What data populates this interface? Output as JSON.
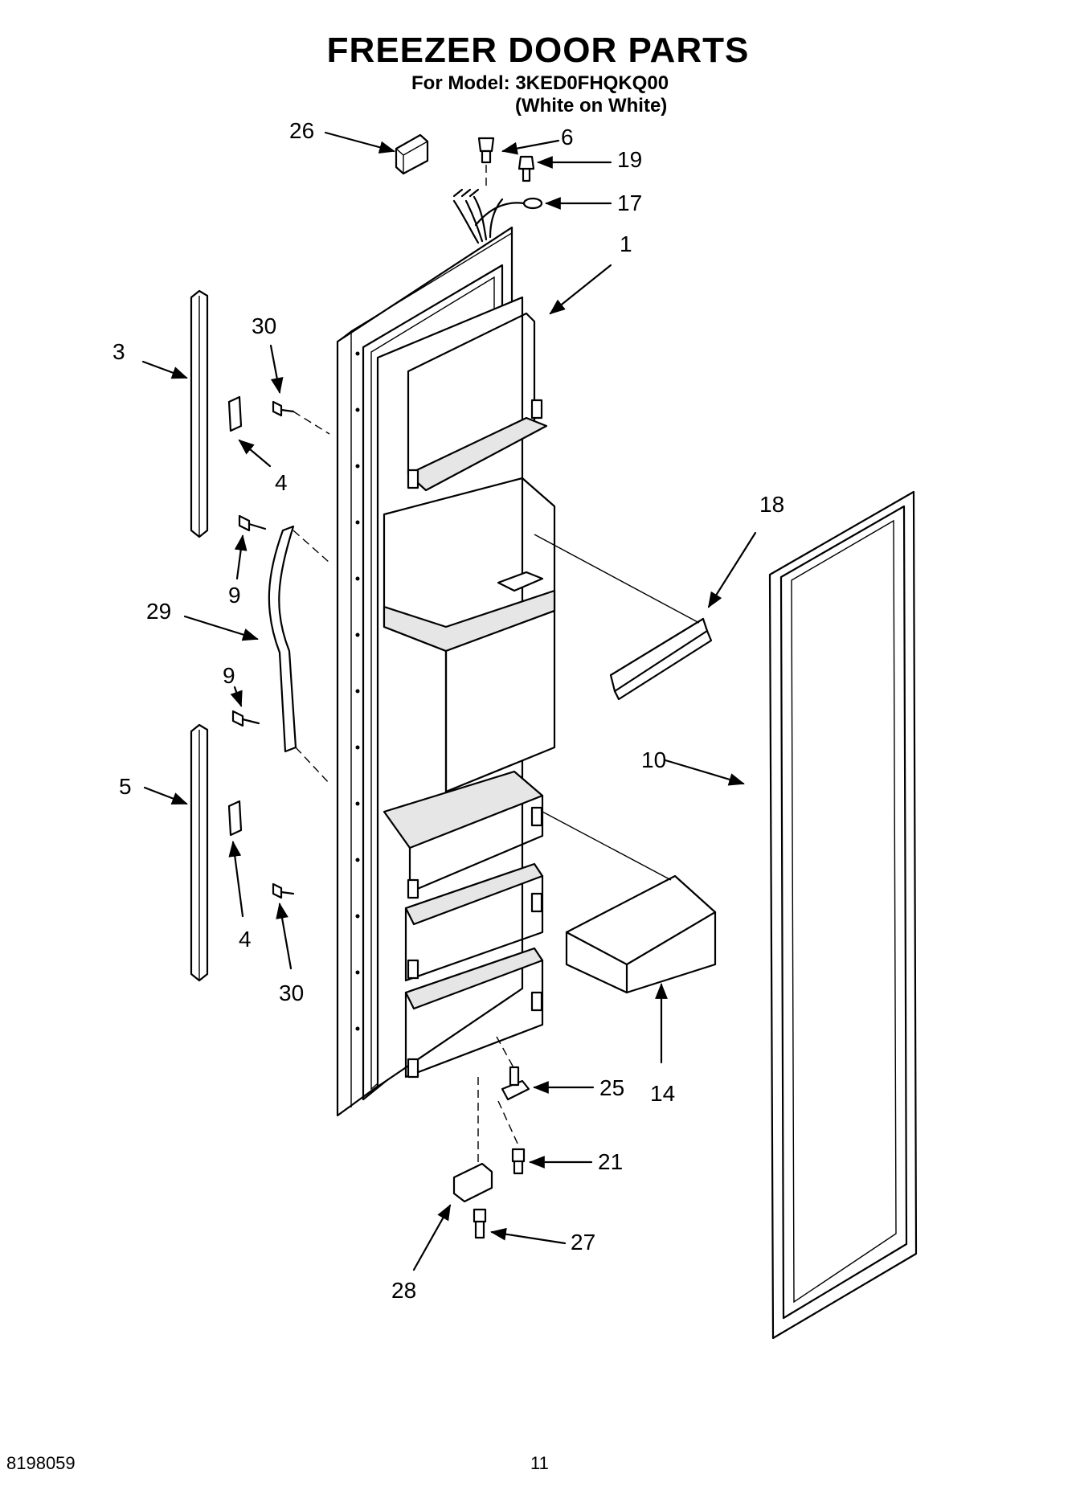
{
  "title": "FREEZER DOOR PARTS",
  "model_line": "For Model: 3KED0FHQKQ00",
  "variant_line": "(White on White)",
  "footer": {
    "doc_number": "8198059",
    "page_number": "11"
  },
  "callouts": {
    "c26": "26",
    "c6": "6",
    "c19": "19",
    "c17": "17",
    "c1": "1",
    "c30a": "30",
    "c3": "3",
    "c4a": "4",
    "c9a": "9",
    "c29": "29",
    "c9b": "9",
    "c5": "5",
    "c4b": "4",
    "c30b": "30",
    "c18": "18",
    "c10": "10",
    "c25": "25",
    "c14": "14",
    "c21": "21",
    "c27": "27",
    "c28": "28"
  }
}
